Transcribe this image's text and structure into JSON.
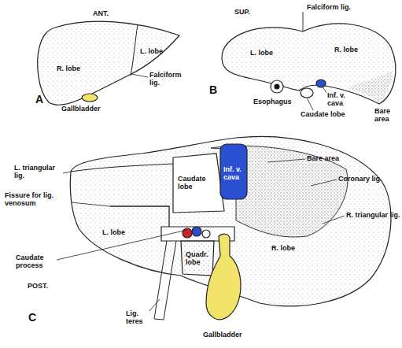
{
  "diagram": {
    "labels": [
      "ANT.",
      "R. lobe",
      "L. lobe",
      "Falciform lig.",
      "Gallbladder",
      "A",
      "SUP.",
      "Falciform lig.",
      "L. lobe",
      "R. lobe",
      "Esophagus",
      "Inf. v. cava",
      "Caudate lobe",
      "Bare area",
      "B",
      "L. triangular lig.",
      "Caudate lobe",
      "Inf. v. cava",
      "Bare area",
      "Fissure for lig. venosum",
      "Coronary lig.",
      "R. triangular lig.",
      "L. lobe",
      "Caudate process",
      "Quadr. lobe",
      "R. lobe",
      "POST.",
      "Lig. teres",
      "Gallbladder",
      "C"
    ]
  }
}
